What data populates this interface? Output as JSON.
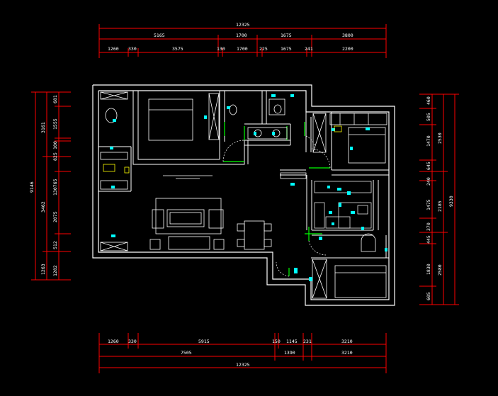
{
  "drawing": {
    "colors": {
      "background": "#000000",
      "dimension": "#ff0000",
      "wall": "#ffffff",
      "fixture": "#00ffff",
      "door": "#00ff00",
      "yellow": "#ffff00",
      "furniture": "#c8c8c8"
    },
    "dimensions_top": {
      "overall": "12325",
      "row2": [
        "5165",
        "1700",
        "1675",
        "3800"
      ],
      "row3": [
        "1260",
        "330",
        "3575",
        "130",
        "1700",
        "225",
        "1675",
        "241",
        "2200"
      ]
    },
    "dimensions_bottom": {
      "row1": [
        "1260",
        "330",
        "5915",
        "150",
        "1145",
        "231",
        "3210"
      ],
      "row2": [
        "7505",
        "1390",
        "3210"
      ],
      "overall": "12325"
    },
    "dimensions_left": {
      "overall": "9146",
      "col2": [
        "3161",
        "3462",
        "1263"
      ],
      "col3": [
        "681",
        "1555",
        "100",
        "825",
        "130765",
        "2075",
        "512",
        "1282"
      ]
    },
    "dimensions_right": {
      "overall": "9330",
      "col2": [
        "2530",
        "2185",
        "2580"
      ],
      "col3": [
        "460",
        "505",
        "1470",
        "645",
        "240",
        "1475",
        "370",
        "445",
        "1830",
        "605"
      ]
    }
  }
}
